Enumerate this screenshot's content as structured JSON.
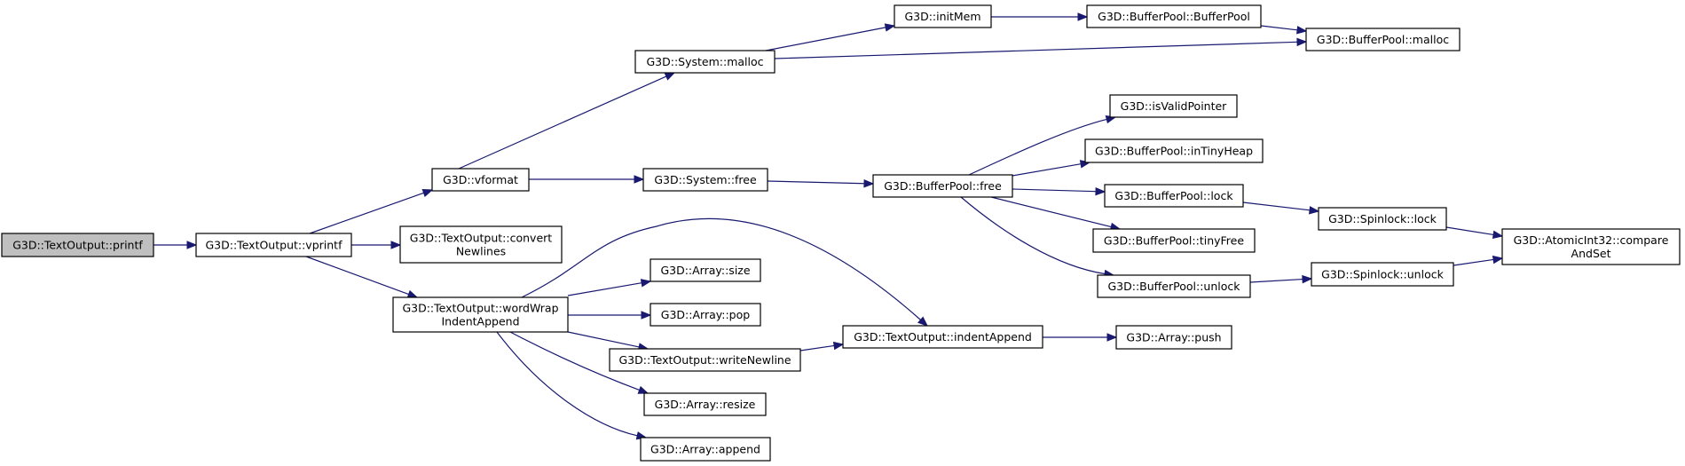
{
  "diagram": {
    "title": "Call graph of G3D::TextOutput::printf",
    "colors": {
      "edge": "#191970",
      "root_fill": "#bfbfbf",
      "node_fill": "#ffffff",
      "node_border": "#000000"
    },
    "root": "printf",
    "nodes": [
      {
        "id": "printf",
        "lines": [
          "G3D::TextOutput::printf"
        ]
      },
      {
        "id": "vprintf",
        "lines": [
          "G3D::TextOutput::vprintf"
        ]
      },
      {
        "id": "vformat",
        "lines": [
          "G3D::vformat"
        ]
      },
      {
        "id": "convertNewlines",
        "lines": [
          "G3D::TextOutput::convert",
          "Newlines"
        ]
      },
      {
        "id": "wordWrapIndentAppend",
        "lines": [
          "G3D::TextOutput::wordWrap",
          "IndentAppend"
        ]
      },
      {
        "id": "systemMalloc",
        "lines": [
          "G3D::System::malloc"
        ]
      },
      {
        "id": "systemFree",
        "lines": [
          "G3D::System::free"
        ]
      },
      {
        "id": "initMem",
        "lines": [
          "G3D::initMem"
        ]
      },
      {
        "id": "bufferPoolCtor",
        "lines": [
          "G3D::BufferPool::BufferPool"
        ]
      },
      {
        "id": "bufferPoolMalloc",
        "lines": [
          "G3D::BufferPool::malloc"
        ]
      },
      {
        "id": "bufferPoolFree",
        "lines": [
          "G3D::BufferPool::free"
        ]
      },
      {
        "id": "isValidPointer",
        "lines": [
          "G3D::isValidPointer"
        ]
      },
      {
        "id": "inTinyHeap",
        "lines": [
          "G3D::BufferPool::inTinyHeap"
        ]
      },
      {
        "id": "bufferPoolLock",
        "lines": [
          "G3D::BufferPool::lock"
        ]
      },
      {
        "id": "tinyFree",
        "lines": [
          "G3D::BufferPool::tinyFree"
        ]
      },
      {
        "id": "bufferPoolUnlock",
        "lines": [
          "G3D::BufferPool::unlock"
        ]
      },
      {
        "id": "spinlockLock",
        "lines": [
          "G3D::Spinlock::lock"
        ]
      },
      {
        "id": "spinlockUnlock",
        "lines": [
          "G3D::Spinlock::unlock"
        ]
      },
      {
        "id": "compareAndSet",
        "lines": [
          "G3D::AtomicInt32::compare",
          "AndSet"
        ]
      },
      {
        "id": "arraySize",
        "lines": [
          "G3D::Array::size"
        ]
      },
      {
        "id": "arrayPop",
        "lines": [
          "G3D::Array::pop"
        ]
      },
      {
        "id": "writeNewline",
        "lines": [
          "G3D::TextOutput::writeNewline"
        ]
      },
      {
        "id": "indentAppend",
        "lines": [
          "G3D::TextOutput::indentAppend"
        ]
      },
      {
        "id": "arrayPush",
        "lines": [
          "G3D::Array::push"
        ]
      },
      {
        "id": "arrayResize",
        "lines": [
          "G3D::Array::resize"
        ]
      },
      {
        "id": "arrayAppend",
        "lines": [
          "G3D::Array::append"
        ]
      }
    ],
    "edges": [
      {
        "from": "printf",
        "to": "vprintf"
      },
      {
        "from": "vprintf",
        "to": "vformat"
      },
      {
        "from": "vprintf",
        "to": "convertNewlines"
      },
      {
        "from": "vprintf",
        "to": "wordWrapIndentAppend"
      },
      {
        "from": "vformat",
        "to": "systemMalloc"
      },
      {
        "from": "vformat",
        "to": "systemFree"
      },
      {
        "from": "systemMalloc",
        "to": "initMem"
      },
      {
        "from": "systemMalloc",
        "to": "bufferPoolMalloc"
      },
      {
        "from": "initMem",
        "to": "bufferPoolCtor"
      },
      {
        "from": "bufferPoolCtor",
        "to": "bufferPoolMalloc"
      },
      {
        "from": "systemFree",
        "to": "bufferPoolFree"
      },
      {
        "from": "bufferPoolFree",
        "to": "isValidPointer"
      },
      {
        "from": "bufferPoolFree",
        "to": "inTinyHeap"
      },
      {
        "from": "bufferPoolFree",
        "to": "bufferPoolLock"
      },
      {
        "from": "bufferPoolFree",
        "to": "tinyFree"
      },
      {
        "from": "bufferPoolFree",
        "to": "bufferPoolUnlock"
      },
      {
        "from": "bufferPoolLock",
        "to": "spinlockLock"
      },
      {
        "from": "bufferPoolUnlock",
        "to": "spinlockUnlock"
      },
      {
        "from": "spinlockLock",
        "to": "compareAndSet"
      },
      {
        "from": "spinlockUnlock",
        "to": "compareAndSet"
      },
      {
        "from": "wordWrapIndentAppend",
        "to": "indentAppend"
      },
      {
        "from": "wordWrapIndentAppend",
        "to": "arraySize"
      },
      {
        "from": "wordWrapIndentAppend",
        "to": "arrayPop"
      },
      {
        "from": "wordWrapIndentAppend",
        "to": "writeNewline"
      },
      {
        "from": "wordWrapIndentAppend",
        "to": "arrayResize"
      },
      {
        "from": "wordWrapIndentAppend",
        "to": "arrayAppend"
      },
      {
        "from": "writeNewline",
        "to": "indentAppend"
      },
      {
        "from": "indentAppend",
        "to": "arrayPush"
      }
    ]
  }
}
